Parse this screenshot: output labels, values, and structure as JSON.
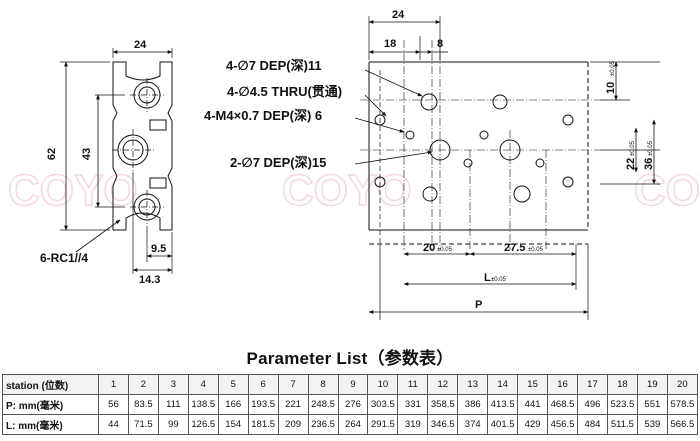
{
  "drawing": {
    "left_view": {
      "width_label": "24",
      "height_outer_label": "62",
      "height_inner_label": "43",
      "port_label": "6-RC1//4",
      "offset_small_label": "9.5",
      "offset_large_label": "14.3"
    },
    "right_view": {
      "top_width_label": "24",
      "top_dim_a": "18",
      "top_dim_b": "8",
      "callouts": [
        "4-∅7 DEP(深)11",
        "4-∅4.5 THRU(贯通)",
        "4-M4×0.7 DEP(深) 6",
        "2-∅7 DEP(深)15"
      ],
      "right_dims": [
        "10",
        "22",
        "36"
      ],
      "tolerance_mark": "±0.05",
      "bottom_dim_a": "20",
      "bottom_dim_b": "27.5",
      "length_label": "L",
      "total_label": "P"
    },
    "watermark": "COYO"
  },
  "parameter_list": {
    "title": "Parameter List（参数表）",
    "rows": [
      {
        "label": "station (位数)",
        "values": [
          "1",
          "2",
          "3",
          "4",
          "5",
          "6",
          "7",
          "8",
          "9",
          "10",
          "11",
          "12",
          "13",
          "14",
          "15",
          "16",
          "17",
          "18",
          "19",
          "20"
        ]
      },
      {
        "label": "P: mm(毫米)",
        "values": [
          "56",
          "83.5",
          "111",
          "138.5",
          "166",
          "193.5",
          "221",
          "248.5",
          "276",
          "303.5",
          "331",
          "358.5",
          "386",
          "413.5",
          "441",
          "468.5",
          "496",
          "523.5",
          "551",
          "578.5"
        ]
      },
      {
        "label": "L: mm(毫米)",
        "values": [
          "44",
          "71.5",
          "99",
          "126.5",
          "154",
          "181.5",
          "209",
          "236.5",
          "264",
          "291.5",
          "319",
          "346.5",
          "374",
          "401.5",
          "429",
          "456.5",
          "484",
          "511.5",
          "539",
          "566.5"
        ]
      }
    ]
  }
}
